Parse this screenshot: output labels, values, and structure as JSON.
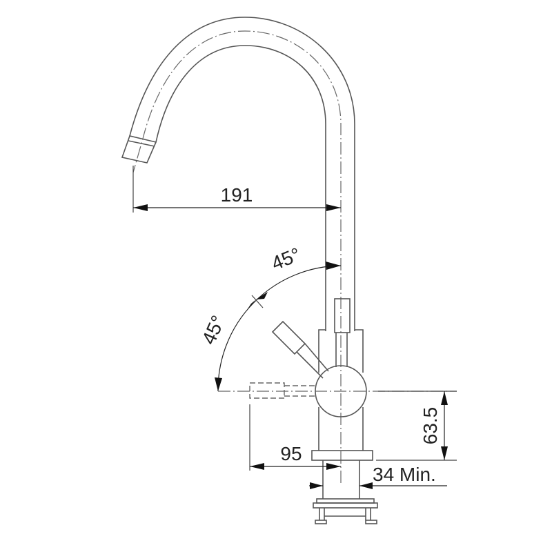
{
  "drawing": {
    "subject": "Kitchen faucet technical dimension drawing",
    "line_color": "#555555",
    "text_color": "#222222",
    "background": "#ffffff"
  },
  "dimensions": {
    "spout_reach": "191",
    "lever_angle_upper": "45°",
    "lever_angle_lower": "45°",
    "handle_height": "63.5",
    "handle_reach": "95",
    "hole_diameter": "34 Min."
  }
}
